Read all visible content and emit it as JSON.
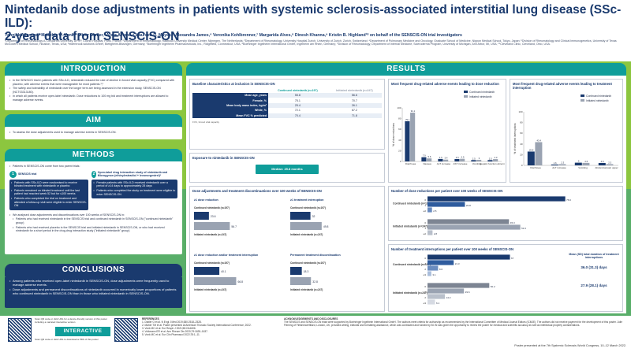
{
  "header": {
    "title_line1": "Nintedanib dose adjustments in patients with systemic sclerosis-associated interstitial lung disease (SSc-ILD):",
    "title_line2": "2-year data from SENSCIS-ON",
    "authors": "Yannick Allanore,¹ Madelon C. Vonk,² Oliver Distler,³ Arata Azuma,⁴ Maureen D. Mayes,⁵ Alexandra James,⁶ Veronika Kohlbrenner,⁷ Margarida Alves,⁸ Dinesh Khanna,⁹ Kristin B. Highland¹⁰ on behalf of the SENSCIS-ON trial investigators",
    "affiliations": "¹Department of Rheumatology A, Descartes University, APHP, Cochin Hospital, Paris, France; ²Department of Rheumatology, Radboud University Medical Center, Nijmegen, The Netherlands; ³Department of Rheumatology, University Hospital Zurich, University of Zurich, Zurich, Switzerland; ⁴Department of Pulmonary Medicine and Oncology, Graduate School of Medicine, Nippon Medical School, Tokyo, Japan; ⁵Division of Rheumatology and Clinical Immunogenetics, University of Texas McGovern Medical School, Houston, Texas, USA; ⁶elderbrook solutions GmbH, Bietigheim-Bissingen, Germany; ⁷Boehringer Ingelheim Pharmaceuticals, Inc., Ridgefield, Connecticut, USA; ⁸Boehringer Ingelheim International GmbH, Ingelheim am Rhein, Germany; ⁹Division of Rheumatology, Department of Internal Medicine, Scleroderma Program, University of Michigan, Ann Arbor, MI, USA; ¹⁰Cleveland Clinic, Cleveland, Ohio, USA."
  },
  "introduction": {
    "heading": "INTRODUCTION",
    "bullets": [
      "In the SENSCIS trial in patients with SSc-ILD, nintedanib reduced the rate of decline in forced vital capacity (FVC) compared with placebo, with adverse events that were manageable for most patients.¹,²",
      "The safety and tolerability of nintedanib over the longer term are being assessed in the extension study, SENSCIS-ON (NCT03313180).",
      "In which all patients receive open-label nintedanib. Dose reductions to 100 mg bid and treatment interruptions are allowed to manage adverse events."
    ]
  },
  "aim": {
    "heading": "AIM",
    "text": "To assess the dose adjustments used to manage adverse events in SENSCIS-ON."
  },
  "methods": {
    "heading": "METHODS",
    "intro": "Patients in SENSCIS-ON come from two parent trials:",
    "trial1_title": "SENSCIS trial",
    "trial1_bullets": [
      "Patients with SSc-ILD were randomised to receive blinded treatment with nintedanib or placebo",
      "Patients remained on blinded treatment until the last patient had reached week 52 but for ≤100 weeks",
      "Patients who completed the trial on treatment and attended a follow-up visit were eligible to enter SENSCIS-ON"
    ],
    "trial2_title": "Open-label drug interaction study of nintedanib and Microgynon (ethinylestradiol + levonorgestrel)³",
    "trial2_bullets": [
      "Female patients with SSc-ILD received nintedanib over a period of ≥14 days to approximately 28 days",
      "Patients who completed the study on treatment were eligible to enter SENSCIS-ON"
    ],
    "analysis_bullets": [
      "We analysed dose adjustments and discontinuations over 100 weeks of SENSCIS-ON in:",
      "Patients who had received nintedanib in the SENSCIS trial and continued nintedanib in SENSCIS-ON (\"continued nintedanib\" group)",
      "Patients who had received placebo in the SENSCIS trial and initiated nintedanib in SENSCIS-ON, or who had received nintedanib for a short period in the drug-drug interaction study (\"initiated nintedanib\" group)"
    ]
  },
  "conclusions": {
    "heading": "CONCLUSIONS",
    "bullets": [
      "Among patients who received open-label nintedanib in SENSCIS-ON, dose adjustments were frequently used to manage adverse events.",
      "Dose adjustments and permanent discontinuations of nintedanib occurred in numerically lower proportions of patients who continued nintedanib in SENSCIS-ON than in those who initiated nintedanib in SENSCIS-ON."
    ]
  },
  "results": {
    "heading": "RESULTS",
    "baseline": {
      "title": "Baseline characteristics at inclusion in SENSCIS-ON",
      "col1": "Continued nintedanib (n=197)",
      "col2": "Initiated nintedanib (n=247)",
      "rows": [
        {
          "label": "Mean age, years",
          "v1": "55.8",
          "v2": "56.6"
        },
        {
          "label": "Female, %",
          "v1": "75.1",
          "v2": "70.7"
        },
        {
          "label": "Mean body mass index, kg/m²",
          "v1": "25.4",
          "v2": "26.1"
        },
        {
          "label": "White, %",
          "v1": "72.1",
          "v2": "67.2"
        },
        {
          "label": "Mean FVC % predicted",
          "v1": "70.4",
          "v2": "71.8"
        }
      ],
      "footnote": "FVC, forced vital capacity"
    },
    "exposure": {
      "title": "Exposure to nintedanib in SENSCIS-ON",
      "value": "Median: 25.8 months"
    },
    "ae_reduction": {
      "title": "Most frequent drug-related adverse events leading to dose reduction",
      "ylabel": "% of dose reductions",
      "legend": [
        "Continued nintedanib",
        "Initiated nintedanib"
      ]
    },
    "ae_interruption": {
      "title": "Most frequent drug-related adverse events leading to treatment interruption",
      "ylabel": "% of treatment interruptions",
      "legend": [
        "Continued nintedanib",
        "Initiated nintedanib"
      ]
    },
    "adj_title": "Dose adjustments and treatment discontinuations over 100 weeks of SENSCIS-ON",
    "adj_panels": [
      {
        "title": "≥1 dose reduction",
        "c_label": "Continued nintedanib (n=197)",
        "i_label": "Initiated nintedanib (n=247)"
      },
      {
        "title": "≥1 treatment interruption",
        "c_label": "Continued nintedanib (n=197)",
        "i_label": "Initiated nintedanib (n=247)"
      },
      {
        "title": "≥1 dose reduction and/or treatment interruption",
        "c_label": "Continued nintedanib (n=197)",
        "i_label": "Initiated nintedanib (n=247)"
      },
      {
        "title": "Permanent treatment discontinuation",
        "c_label": "Continued nintedanib (n=197)",
        "i_label": "Initiated nintedanib (n=247)"
      }
    ],
    "dose_red_events": {
      "title": "Number of dose reductions per patient over 100 weeks of SENSCIS-ON",
      "rows": [
        "Continued nintedanib (n=197)",
        "Initiated nintedanib (n=247)"
      ]
    },
    "interr_events": {
      "title": "Number of treatment interruptions per patient over 100 weeks of SENSCIS-ON",
      "side_title": "Mean (SD) total duration of treatment interruptions",
      "side_values": [
        "36.0 (31.3) days",
        "27.9 (28.1) days"
      ],
      "rows": [
        "Continued nintedanib (n=197)",
        "Initiated nintedanib (n=247)"
      ]
    }
  },
  "chart_data": [
    {
      "type": "bar",
      "title": "Most frequent drug-related adverse events leading to dose reduction",
      "categories": [
        "Diarrhoea",
        "Nausea",
        "ALT increase",
        "AST increase",
        "Vomiting",
        "Hepatic function abnormal"
      ],
      "series": [
        {
          "name": "Continued nintedanib",
          "values": [
            75.1,
            7.9,
            4.6,
            4.5,
            2.5,
            2.5
          ]
        },
        {
          "name": "Initiated nintedanib",
          "values": [
            91.1,
            5.6,
            3.4,
            4.9,
            3.0,
            4.3
          ]
        }
      ],
      "ylabel": "% of dose reductions",
      "ylim": [
        0,
        100
      ]
    },
    {
      "type": "bar",
      "title": "Most frequent drug-related adverse events leading to treatment interruption",
      "categories": [
        "Diarrhoea",
        "ALT increase",
        "Vomiting",
        "Abdominal pain upper"
      ],
      "series": [
        {
          "name": "Continued nintedanib",
          "values": [
            25.8,
            1.6,
            5.0,
            4.5
          ]
        },
        {
          "name": "Initiated nintedanib",
          "values": [
            43.4,
            2.3,
            4.6,
            2.3
          ]
        }
      ],
      "ylabel": "% of treatment interruptions",
      "ylim": [
        0,
        100
      ]
    },
    {
      "type": "bar",
      "title": "Dose adjustments and treatment discontinuations over 100 weeks of SENSCIS-ON",
      "categories": [
        "≥1 dose reduction",
        "≥1 treatment interruption",
        "≥1 dose reduction and/or treatment interruption",
        "Permanent treatment discontinuation"
      ],
      "series": [
        {
          "name": "Continued nintedanib (n=197)",
          "values": [
            23.6,
            32.0,
            40.1,
            18.3
          ]
        },
        {
          "name": "Initiated nintedanib (n=247)",
          "values": [
            56.7,
            49.8,
            66.8,
            32.8
          ]
        }
      ]
    },
    {
      "type": "bar",
      "title": "Number of dose reductions per patient over 100 weeks of SENSCIS-ON",
      "categories": [
        "0",
        "1",
        "≥2"
      ],
      "series": [
        {
          "name": "Continued nintedanib (n=197)",
          "values": [
            76.6,
            20.8,
            2.5
          ]
        },
        {
          "name": "Initiated nintedanib (n=247)",
          "values": [
            45.3,
            51.6,
            2.8
          ]
        }
      ]
    },
    {
      "type": "bar",
      "title": "Number of treatment interruptions per patient over 100 weeks of SENSCIS-ON",
      "categories": [
        "0",
        "1",
        "2",
        "≥3"
      ],
      "series": [
        {
          "name": "Continued nintedanib (n=197)",
          "values": [
            67.0,
            21.3,
            8.6,
            3.1
          ]
        },
        {
          "name": "Initiated nintedanib (n=247)",
          "values": [
            50.2,
            29.6,
            14.2,
            6.1
          ]
        }
      ]
    }
  ],
  "footer": {
    "interactive": "INTERACTIVE",
    "qr_left_caption": "Scan QR code or click URL for a device-friendly version of this poster including a narrated interactive version",
    "qr_right_caption": "Scan QR code or click URL to download a PDF of this poster",
    "references_title": "REFERENCES",
    "references": [
      "1. Distler O et al. N Engl J Med 2019;380:2518–2528.",
      "2. Maher TM et al. Poster presented at American Thoracic Society International Conference, 2022.",
      "3. Vonk MC et al. Eur Respir J 2021;58:OA1606.",
      "4. Volkmann ER et al. Ann Rheum Dis 2020;79:1628–1637.",
      "5. Vonk MC et al. Eur Clin Pharmacol 2022;78:1–11."
    ],
    "ack_title": "ACKNOWLEDGEMENTS AND DISCLOSURES",
    "ack_text": "The SENSCIS and SENSCIS-ON trials were supported by Boehringer Ingelheim International GmbH. The authors meet criteria for authorship as recommended by the International Committee of Medical Journal Editors (ICMJE). The authors did not receive payment for the development of this poster. Julie Fleming of FleishmanHillard, London, UK, provided writing, editorial and formatting assistance, which was contracted and funded by BI. BI was given the opportunity to review the poster for medical and scientific accuracy as well as intellectual property considerations.",
    "presented": "Poster presented at the 7th Systemic Sclerosis World Congress, 10–12 March 2022."
  },
  "colors": {
    "navy": "#1a3a6e",
    "teal": "#0f9d9a",
    "green": "#8cc63f",
    "gray": "#9aa3b2"
  }
}
